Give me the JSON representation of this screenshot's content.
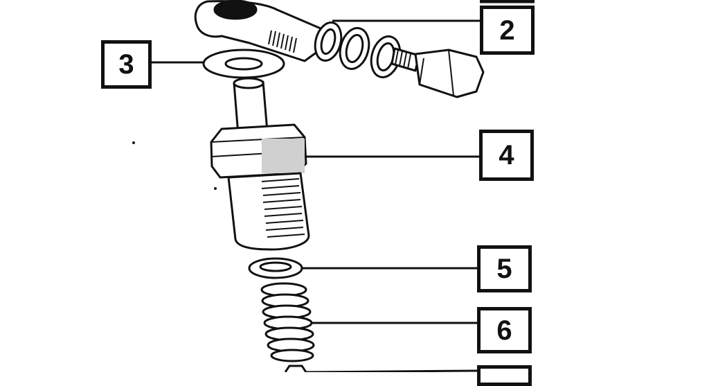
{
  "diagram": {
    "callouts": [
      {
        "id": "2",
        "label": "2"
      },
      {
        "id": "3",
        "label": "3"
      },
      {
        "id": "4",
        "label": "4"
      },
      {
        "id": "5",
        "label": "5"
      },
      {
        "id": "6",
        "label": "6"
      },
      {
        "id": "7",
        "label": ""
      }
    ],
    "colors": {
      "ink": "#111111",
      "paper": "#ffffff",
      "shade": "#d0d0d0"
    }
  }
}
